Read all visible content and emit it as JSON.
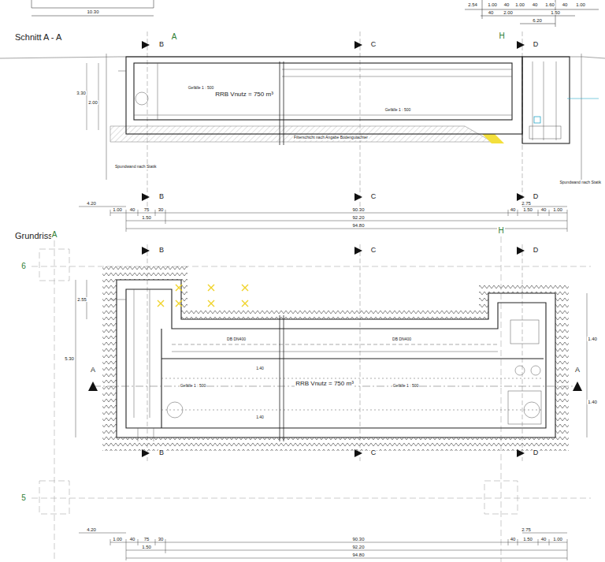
{
  "diagram": {
    "labels": [
      "Schnitt A - A",
      "A",
      "H",
      "B",
      "C",
      "D",
      "B",
      "C",
      "D",
      "RRB Vnutz = 750 m³",
      "Gefälle 1 : 500",
      "Gefälle 1 : 500",
      "Spundwand nach Statik",
      "Spundwand nach Statik",
      "Filterschicht nach Angabe Bodengutachter",
      "4.20",
      "1.00",
      "40",
      "75",
      "30",
      "90.30",
      "40",
      "1.50",
      "40",
      "1.00",
      "1.50",
      "92.20",
      "94.80",
      "2.75",
      "Grundriss",
      "A",
      "H",
      "6",
      "5",
      "B",
      "C",
      "D",
      "B",
      "C",
      "D",
      "RRB Vnutz = 750 m³",
      "Gefälle 1 : 500",
      "Gefälle 1 : 500",
      "A",
      "A",
      "4.20",
      "1.00",
      "40",
      "75",
      "30",
      "90.30",
      "40",
      "1.50",
      "40",
      "1.00",
      "1.50",
      "92.20",
      "94.80",
      "2.75",
      "10.30",
      "2.54",
      "1.00",
      "40",
      "1.00",
      "40",
      "1.60",
      "40",
      "1.00",
      "40",
      "2.00",
      "1.50",
      "6.20",
      "1.40",
      "1.40",
      "DB DN400",
      "DB DN400",
      "3.30",
      "2.00",
      "5.30",
      "2.55",
      "1.40",
      "1.40"
    ]
  }
}
